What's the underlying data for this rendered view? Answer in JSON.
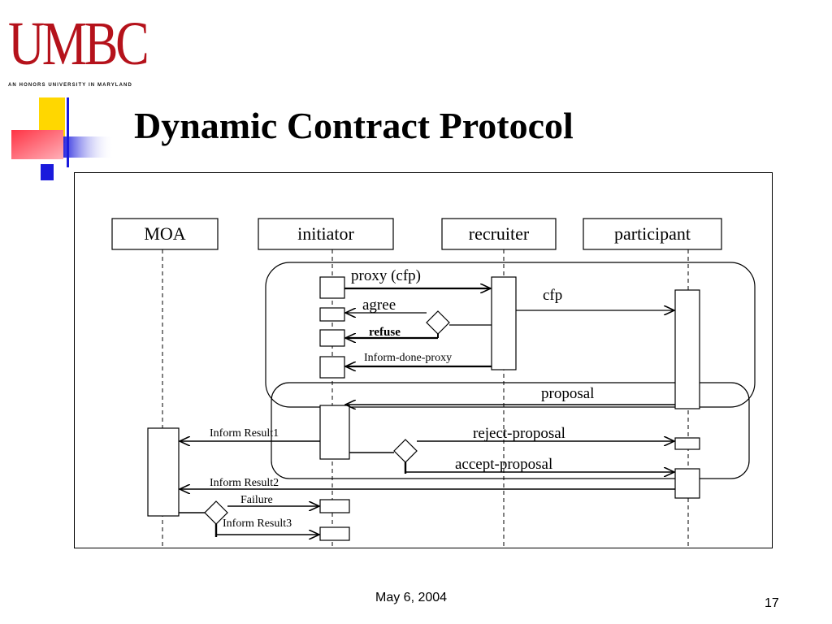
{
  "logo": {
    "word": "UMBC",
    "tagline": "AN HONORS UNIVERSITY IN MARYLAND"
  },
  "title": "Dynamic Contract Protocol",
  "diagram": {
    "lifelines": [
      "MOA",
      "initiator",
      "recruiter",
      "participant"
    ],
    "messages": {
      "proxy_cfp": "proxy (cfp)",
      "cfp": "cfp",
      "agree": "agree",
      "refuse": "refuse",
      "inform_done_proxy": "Inform-done-proxy",
      "proposal": "proposal",
      "inform_result1": "Inform Result1",
      "reject_proposal": "reject-proposal",
      "accept_proposal": "accept-proposal",
      "inform_result2": "Inform Result2",
      "failure": "Failure",
      "inform_result3": "Inform Result3"
    }
  },
  "footer": {
    "date": "May 6, 2004",
    "page": "17"
  },
  "colors": {
    "logo_red": "#b5121b",
    "deco_yellow": "#ffd700",
    "deco_blue": "#1a1adc",
    "deco_red": "#ff3344"
  }
}
